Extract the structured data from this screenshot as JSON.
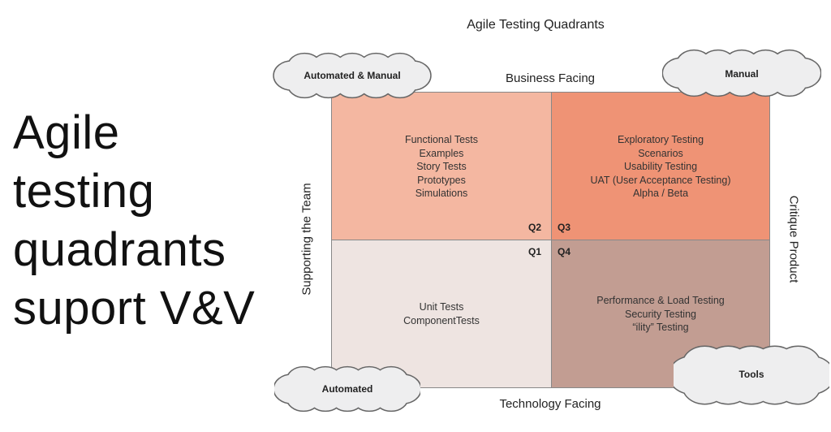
{
  "slide_title_lines": [
    "Agile",
    "testing",
    "quadrants",
    "suport V&V"
  ],
  "diagram": {
    "title": "Agile Testing Quadrants",
    "axes": {
      "top": "Business Facing",
      "bottom": "Technology Facing",
      "left": "Supporting the Team",
      "right": "Critique Product"
    },
    "quadrants": {
      "q2": {
        "label": "Q2",
        "items": [
          "Functional Tests",
          "Examples",
          "Story Tests",
          "Prototypes",
          "Simulations"
        ],
        "color": "#f4b7a1"
      },
      "q3": {
        "label": "Q3",
        "items": [
          "Exploratory Testing",
          "Scenarios",
          "Usability Testing",
          "UAT (User Acceptance Testing)",
          "Alpha / Beta"
        ],
        "color": "#ef9375"
      },
      "q1": {
        "label": "Q1",
        "items": [
          "Unit Tests",
          "ComponentTests"
        ],
        "color": "#eee4e1"
      },
      "q4": {
        "label": "Q4",
        "items": [
          "Performance & Load Testing",
          "Security Testing",
          "“ility” Testing"
        ],
        "color": "#c29d92"
      }
    },
    "clouds": {
      "top_left": "Automated & Manual",
      "top_right": "Manual",
      "bottom_left": "Automated",
      "bottom_right": "Tools"
    }
  }
}
